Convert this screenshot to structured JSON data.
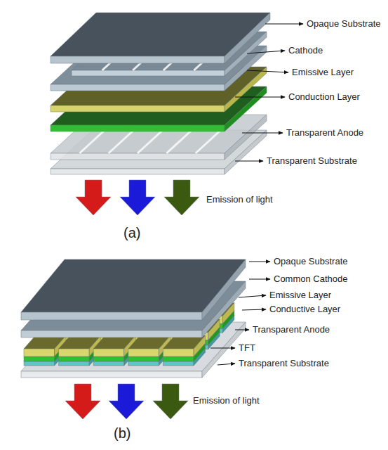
{
  "diagram": {
    "labels": [
      "Opaque Substrate",
      "Cathode",
      "Emissive Layer",
      "Conduction Layer",
      "Transparent Anode",
      "Transparent Substrate",
      "Emission of light",
      "(a)",
      "Opaque Substrate",
      "Common Cathode",
      "Emissive Layer",
      "Conductive Layer",
      "Transparent Anode",
      "TFT",
      "Transparent Substrate",
      "Emission of light",
      "(b)"
    ]
  }
}
